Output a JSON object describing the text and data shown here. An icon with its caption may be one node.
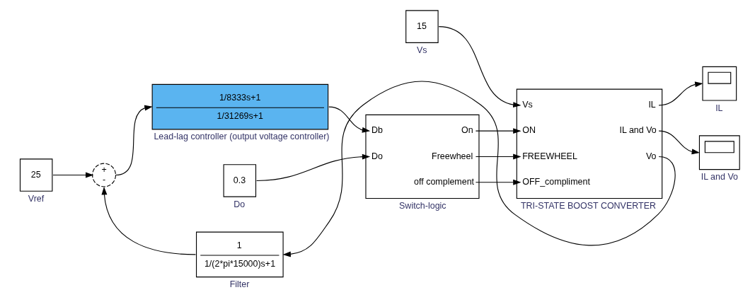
{
  "diagram": {
    "nodes": [
      {
        "text": [
          "25"
        ],
        "beside": [
          "Vref"
        ]
      },
      {
        "text": [
          "+",
          "-"
        ]
      },
      {
        "text": [
          "1/8333s+1",
          "1/31269s+1"
        ],
        "beside": [
          "Lead-lag controller (output voltage controller)"
        ]
      },
      {
        "text": [
          "Db",
          "Do",
          "On",
          "Freewheel",
          "off complement"
        ],
        "beside": [
          "Switch-logic"
        ]
      },
      {
        "text": [
          "0.3"
        ],
        "beside": [
          "Do"
        ]
      },
      {
        "text": [
          "15"
        ],
        "beside": [
          "Vs"
        ]
      },
      {
        "text": [
          "Vs",
          "ON",
          "FREEWHEEL",
          "OFF_compliment",
          "IL",
          "IL and Vo",
          "Vo"
        ],
        "beside": [
          "TRI-STATE BOOST CONVERTER"
        ]
      },
      {
        "text": [],
        "shape": "box",
        "beside": [
          "IL"
        ]
      },
      {
        "text": [],
        "shape": "box",
        "beside": [
          "IL and Vo"
        ]
      },
      {
        "text": [
          "1",
          "1/(2*pi*15000)s+1"
        ],
        "beside": [
          "Filter"
        ]
      }
    ],
    "edges": [
      {
        "from": 0,
        "to": 1,
        "arrow": "to"
      },
      {
        "from": 1,
        "to": 2,
        "arrow": "to"
      },
      {
        "from": 2,
        "to": 3,
        "arrow": "to"
      },
      {
        "from": 4,
        "to": 3,
        "arrow": "to"
      },
      {
        "from": 3,
        "to": 6,
        "arrow": "to"
      },
      {
        "from": 3,
        "to": 6,
        "arrow": "to"
      },
      {
        "from": 3,
        "to": 6,
        "arrow": "to"
      },
      {
        "from": 5,
        "to": 6,
        "arrow": "to"
      },
      {
        "from": 6,
        "to": 7,
        "arrow": "to"
      },
      {
        "from": 6,
        "to": 8,
        "arrow": "to"
      },
      {
        "from": 6,
        "to": 9,
        "arrow": "to"
      },
      {
        "from": 9,
        "to": 1,
        "arrow": "to"
      }
    ]
  }
}
